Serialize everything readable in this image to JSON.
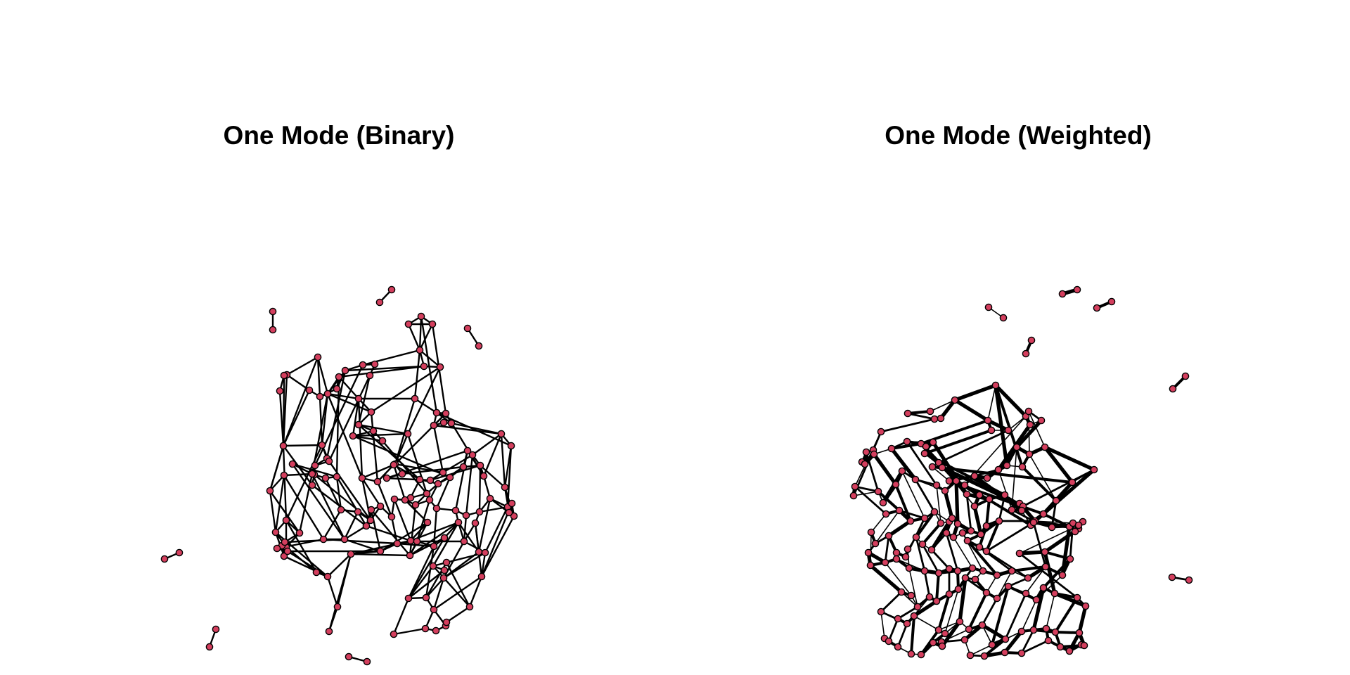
{
  "colors": {
    "background": "#ffffff",
    "node_fill": "#d43f5e",
    "node_stroke": "#000000",
    "edge": "#000000",
    "title": "#000000"
  },
  "panels": [
    {
      "id": "binary",
      "title": "One Mode (Binary)",
      "weighted": false
    },
    {
      "id": "weighted",
      "title": "One Mode (Weighted)",
      "weighted": true
    }
  ]
}
